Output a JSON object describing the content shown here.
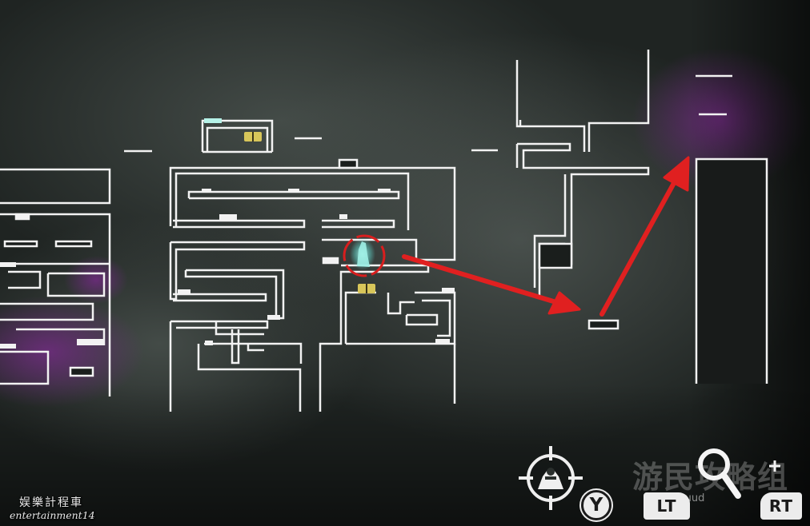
{
  "hud": {
    "y_label": "Y",
    "lt_label": "LT",
    "rt_label": "RT",
    "target_icon": "crosshair-target-icon",
    "zoom_icon": "magnifier-zoom-icon"
  },
  "watermarks": {
    "channel_name": "娱樂計程車",
    "channel_handle": "entertainment14",
    "site_name": "游民攻略组",
    "site_sub": "wuud"
  },
  "colors": {
    "background": "#1e2321",
    "wall": "#f2f2f2",
    "annotation_red": "#e02020",
    "player_glow": "#7fe8e0",
    "pickup": "#d8c65a",
    "purple_fog": "#6a2a7a"
  }
}
